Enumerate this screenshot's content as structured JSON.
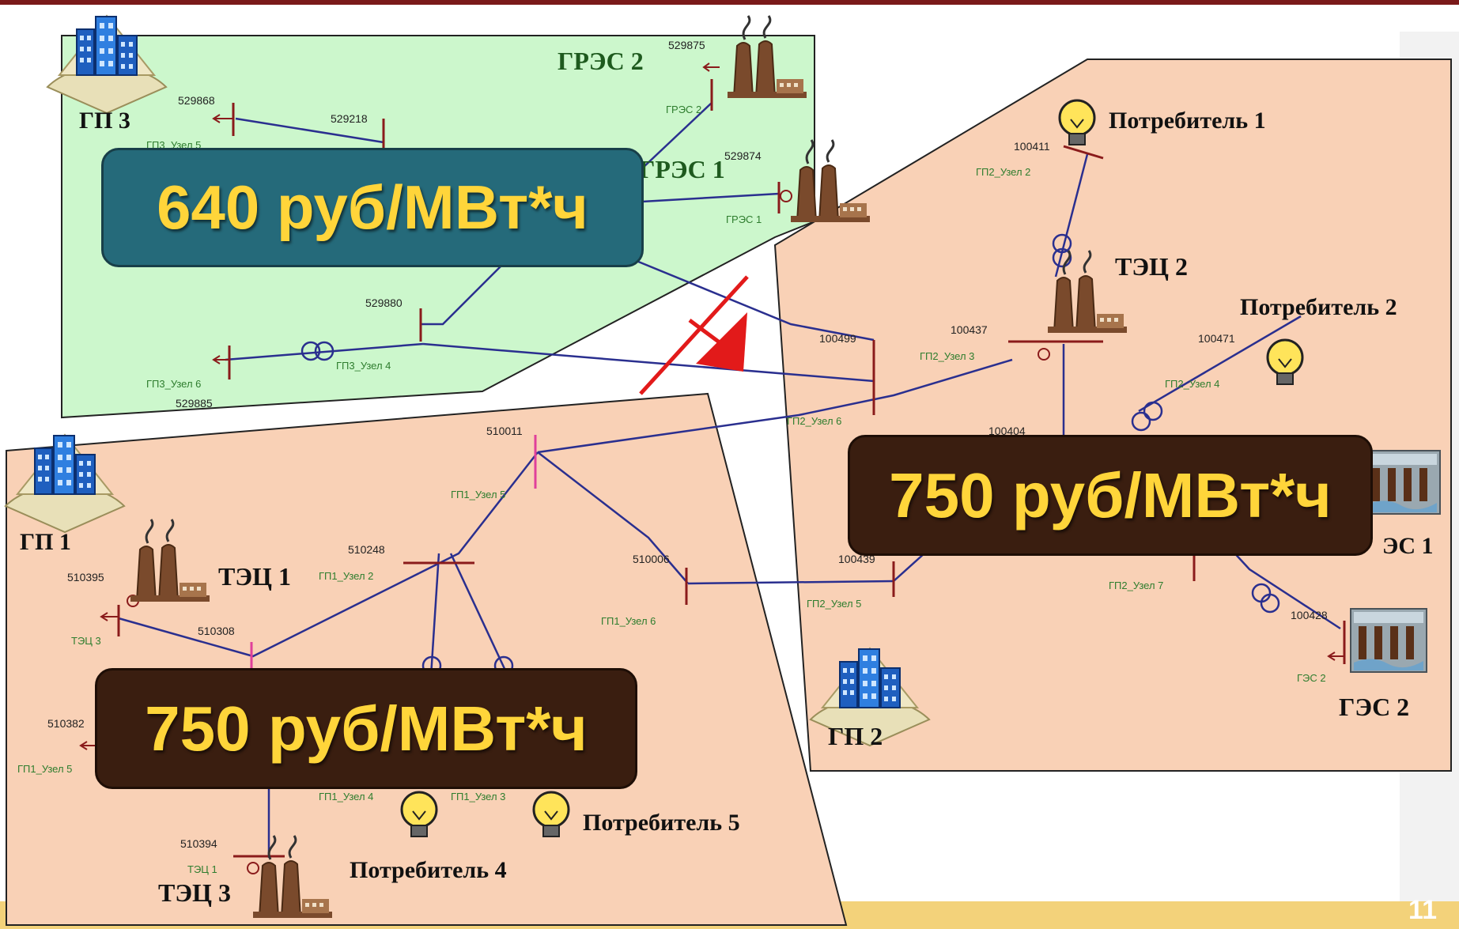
{
  "colors": {
    "green_zone": "#ccf7cc",
    "orange_zone": "#f9d1b6",
    "line": "#2a2f8f",
    "node_bar": "#8a1b1b",
    "node_bar_pink": "#e0409a",
    "label_gray": "#222222",
    "label_green": "#2e7d2e",
    "price_teal": "#256a7a",
    "price_dark": "#3a1e10",
    "price_text": "#ffd53a",
    "top_rule": "#7a1a1a",
    "bottom_band": "#f3d27a",
    "cut_line": "#e21a1a"
  },
  "prices": {
    "green": "640 руб/МВт*ч",
    "right": "750 руб/МВт*ч",
    "left": "750 руб/МВт*ч"
  },
  "objects": {
    "gp3": "ГП 3",
    "gres2": "ГРЭС 2",
    "gres1": "ГРЭС 1",
    "consumer1": "Потребитель 1",
    "tec2": "ТЭЦ 2",
    "consumer2": "Потребитель 2",
    "ges1": "ЭС 1",
    "gp1": "ГП 1",
    "tec1": "ТЭЦ 1",
    "gp2": "ГП 2",
    "ges2": "ГЭС 2",
    "consumer5": "Потребитель 5",
    "consumer4": "Потребитель 4",
    "tec3": "ТЭЦ 3"
  },
  "nodes": {
    "n529875": "529875",
    "n529868": "529868",
    "n529218": "529218",
    "n529874": "529874",
    "n529880": "529880",
    "n529885": "529885",
    "n100411": "100411",
    "n100437": "100437",
    "n100499": "100499",
    "n100471": "100471",
    "n100404": "100404",
    "n100439": "100439",
    "n100428": "100428",
    "n510011": "510011",
    "n510248": "510248",
    "n510006": "510006",
    "n510395": "510395",
    "n510308": "510308",
    "n510382": "510382",
    "n510394": "510394"
  },
  "node_labels": {
    "gres2": "ГРЭС 2",
    "gp3_u5": "ГП3_Узел 5",
    "gres1": "ГРЭС 1",
    "gp3_u4": "ГП3_Узел 4",
    "gp3_u6": "ГП3_Узел 6",
    "gp2_u2": "ГП2_Узел 2",
    "gp2_u3": "ГП2_Узел 3",
    "gp2_u4": "ГП2_Узел 4",
    "gp2_u6": "ГП2_Узел 6",
    "gp2_u5": "ГП2_Узел 5",
    "gp2_u7": "ГП2_Узел 7",
    "ges2": "ГЭС 2",
    "gp1_u5a": "ГП1_Узел 5",
    "gp1_u2": "ГП1_Узел 2",
    "gp1_u6": "ГП1_Узел 6",
    "tec3": "ТЭЦ 3",
    "gp1_u5b": "ГП1_Узел 5",
    "gp1_u4": "ГП1_Узел 4",
    "gp1_u3": "ГП1_Узел 3",
    "tec1": "ТЭЦ 1"
  },
  "slide": {
    "page_number": "11"
  },
  "icons": [
    "city-icon",
    "power-plant-icon",
    "lightbulb-icon",
    "hydro-plant-icon",
    "flow-arrow-icon"
  ]
}
